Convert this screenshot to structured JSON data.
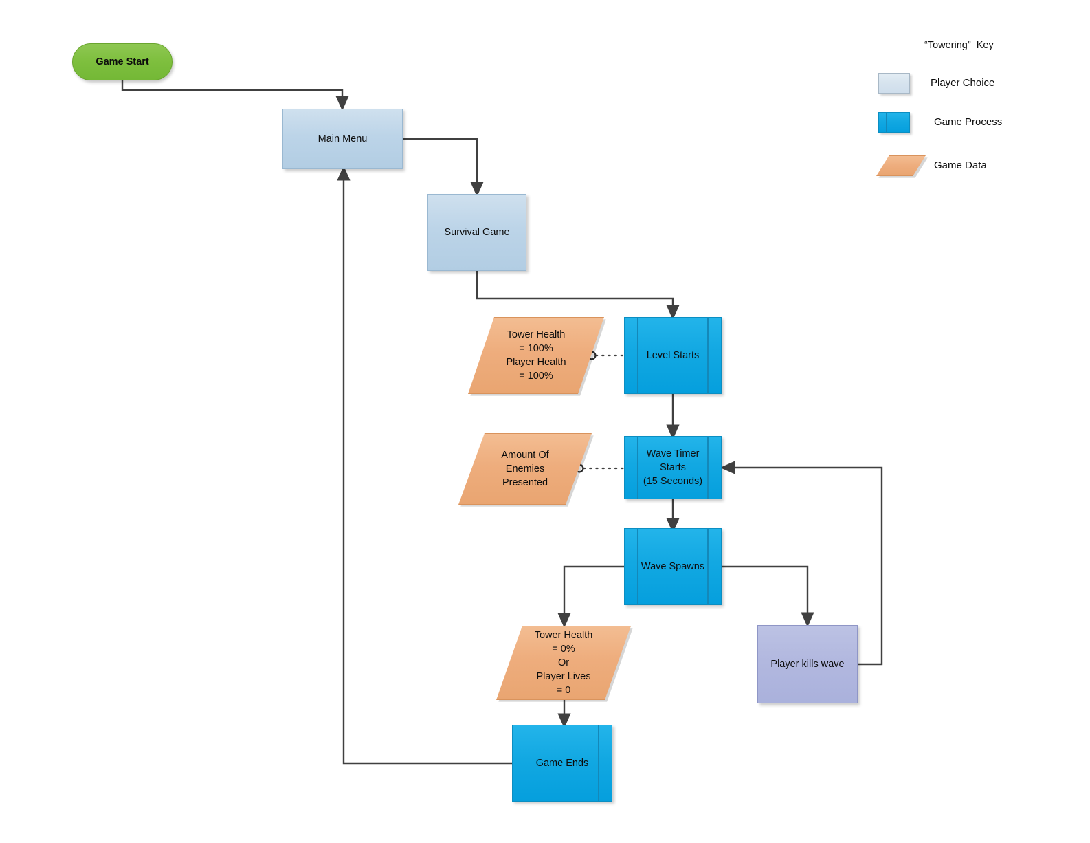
{
  "diagram": {
    "type": "flowchart",
    "background": "#ffffff",
    "line_color": "#404040"
  },
  "nodes": {
    "game_start": {
      "label": "Game Start",
      "shape": "terminator",
      "category": "start",
      "color": "#7ebf3e"
    },
    "main_menu": {
      "label": "Main Menu",
      "shape": "rectangle",
      "category": "player-choice",
      "color": "#bcd4e8"
    },
    "survival_game": {
      "label": "Survival Game",
      "shape": "rectangle",
      "category": "player-choice",
      "color": "#bcd4e8"
    },
    "tower_health_100": {
      "label": "Tower Health\n= 100%\nPlayer Health\n= 100%",
      "shape": "parallelogram",
      "category": "game-data",
      "color": "#eead7d"
    },
    "level_starts": {
      "label": "Level Starts",
      "shape": "predefined-process",
      "category": "game-process",
      "color": "#12a8e2"
    },
    "enemy_amount": {
      "label": "Amount Of\nEnemies\nPresented",
      "shape": "parallelogram",
      "category": "game-data",
      "color": "#eead7d"
    },
    "wave_timer": {
      "label": "Wave Timer\nStarts\n(15 Seconds)",
      "shape": "predefined-process",
      "category": "game-process",
      "color": "#12a8e2"
    },
    "wave_spawns": {
      "label": "Wave Spawns",
      "shape": "predefined-process",
      "category": "game-process",
      "color": "#12a8e2"
    },
    "tower_health_0": {
      "label": "Tower Health\n= 0%\nOr\nPlayer Lives\n= 0",
      "shape": "parallelogram",
      "category": "game-data",
      "color": "#eead7d"
    },
    "player_kills": {
      "label": "Player kills wave",
      "shape": "rectangle",
      "category": "player-action",
      "color": "#b2b8df"
    },
    "game_ends": {
      "label": "Game Ends",
      "shape": "predefined-process",
      "category": "game-process",
      "color": "#12a8e2"
    }
  },
  "edges": [
    {
      "from": "game_start",
      "to": "main_menu",
      "style": "solid"
    },
    {
      "from": "main_menu",
      "to": "survival_game",
      "style": "solid"
    },
    {
      "from": "survival_game",
      "to": "level_starts",
      "style": "solid"
    },
    {
      "from": "tower_health_100",
      "to": "level_starts",
      "style": "dotted"
    },
    {
      "from": "level_starts",
      "to": "wave_timer",
      "style": "solid"
    },
    {
      "from": "enemy_amount",
      "to": "wave_timer",
      "style": "dotted"
    },
    {
      "from": "wave_timer",
      "to": "wave_spawns",
      "style": "solid"
    },
    {
      "from": "wave_spawns",
      "to": "tower_health_0",
      "style": "solid"
    },
    {
      "from": "wave_spawns",
      "to": "player_kills",
      "style": "solid"
    },
    {
      "from": "player_kills",
      "to": "wave_timer",
      "style": "solid"
    },
    {
      "from": "tower_health_0",
      "to": "game_ends",
      "style": "solid"
    },
    {
      "from": "game_ends",
      "to": "main_menu",
      "style": "solid"
    }
  ],
  "legend": {
    "title": "“Towering”  Key",
    "items": [
      {
        "label": "Player Choice",
        "swatch": "player-choice",
        "color": "#d6e3ee"
      },
      {
        "label": "Game Process",
        "swatch": "game-process",
        "color": "#12a8e2"
      },
      {
        "label": "Game Data",
        "swatch": "game-data",
        "color": "#eead7d"
      }
    ]
  }
}
